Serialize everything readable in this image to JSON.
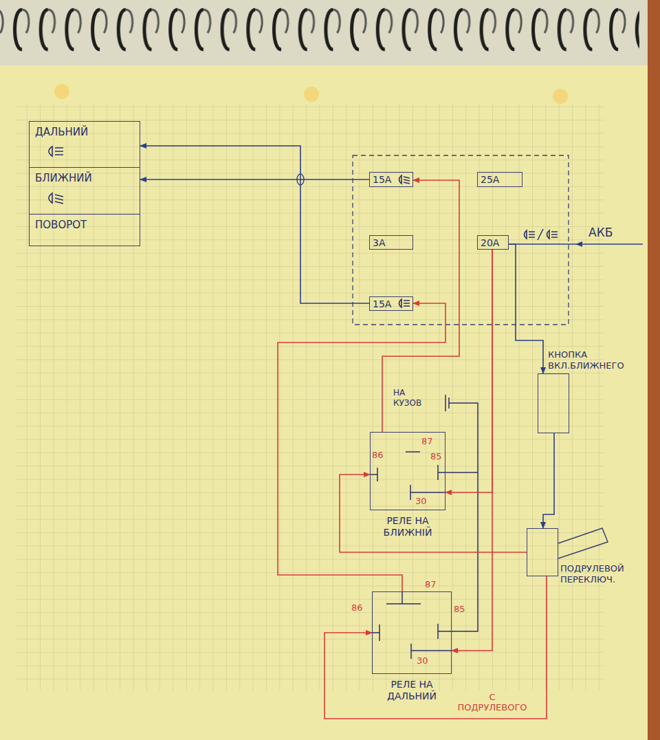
{
  "diagram": {
    "nodes": [
      {
        "text": [
          "ДАЛЬНИЙ"
        ]
      },
      {
        "text": [
          "БЛИЖНИЙ"
        ]
      },
      {
        "text": [
          "ПОВОРОТ"
        ]
      },
      {
        "text": [
          "15A"
        ]
      },
      {
        "text": [
          "25A"
        ]
      },
      {
        "text": [
          "3A"
        ]
      },
      {
        "text": [
          "20A"
        ]
      },
      {
        "text": [
          "15A"
        ]
      },
      {
        "text": [
          "КНОПКА ВКЛ.БЛИЖНЕГО"
        ]
      },
      {
        "text": [
          "РЕЛЕ НА БЛИЖНІЙ"
        ]
      },
      {
        "text": [
          "ПОДРУЛЕВОЙ ПЕРЕКЛЮЧ."
        ]
      },
      {
        "text": [
          "РЕЛЕ НА ДАЛЬНИЙ"
        ]
      }
    ],
    "edges": [
      {
        "from": 9,
        "to": 3,
        "arrow": "to"
      },
      {
        "from": 11,
        "to": 7,
        "arrow": "to"
      },
      {
        "from": 6,
        "to": 9,
        "arrow": "to"
      },
      {
        "from": 6,
        "to": 11,
        "arrow": "to"
      },
      {
        "from": 6,
        "to": 8,
        "arrow": "to"
      },
      {
        "from": 8,
        "to": 10,
        "arrow": "to"
      },
      {
        "from": 10,
        "to": 9,
        "arrow": "to"
      },
      {
        "from": 10,
        "to": 11,
        "arrow": "to"
      },
      {
        "from": 3,
        "to": 1,
        "arrow": "to"
      },
      {
        "from": 7,
        "to": 0,
        "arrow": "to"
      }
    ],
    "labels": [
      "АКБ",
      "НА КУЗОВ",
      "86",
      "87",
      "85",
      "30",
      "86",
      "87",
      "85",
      "30",
      "С ПОДРУЛЕВОГО"
    ]
  }
}
